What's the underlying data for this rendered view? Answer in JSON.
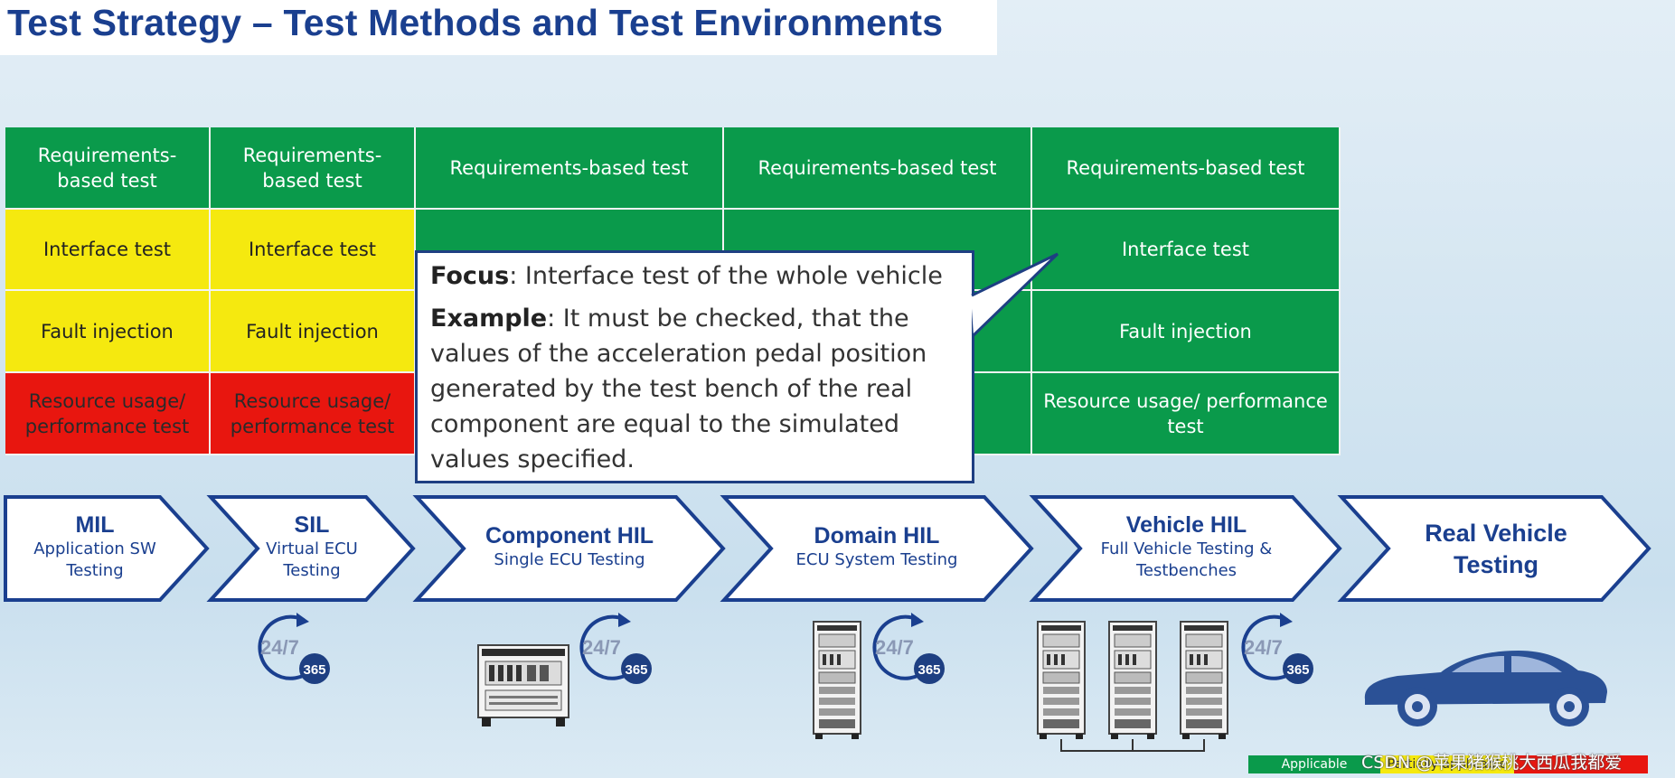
{
  "title": "Test Strategy – Test Methods and Test Environments",
  "colors": {
    "applicable": "#0a9a4b",
    "partially_applicable": "#f5e90f",
    "not_applicable": "#e8160f",
    "brand_blue": "#1a3f8f"
  },
  "matrix": {
    "rows": [
      [
        "Requirements-based test",
        "Requirements-based test",
        "Requirements-based test",
        "Requirements-based test",
        "Requirements-based test"
      ],
      [
        "Interface test",
        "Interface test",
        "",
        "",
        "Interface test"
      ],
      [
        "Fault injection",
        "Fault injection",
        "",
        "",
        "Fault injection"
      ],
      [
        "Resource usage/ performance test",
        "Resource usage/ performance test",
        "",
        "",
        "Resource usage/ performance test"
      ]
    ],
    "status": [
      [
        "applicable",
        "applicable",
        "applicable",
        "applicable",
        "applicable"
      ],
      [
        "partially_applicable",
        "partially_applicable",
        "applicable",
        "applicable",
        "applicable"
      ],
      [
        "partially_applicable",
        "partially_applicable",
        "applicable",
        "applicable",
        "applicable"
      ],
      [
        "not_applicable",
        "not_applicable",
        "applicable",
        "applicable",
        "applicable"
      ]
    ]
  },
  "callout": {
    "focus_label": "Focus",
    "focus_text": ": Interface test of the whole vehicle",
    "example_label": "Example",
    "example_text": ": It must be checked, that the values of the acceleration pedal position generated by the test bench of the real component are equal to the simulated values specified."
  },
  "phases": [
    {
      "title": "MIL",
      "subtitle": "Application SW Testing"
    },
    {
      "title": "SIL",
      "subtitle": "Virtual ECU Testing"
    },
    {
      "title": "Component HIL",
      "subtitle": "Single ECU Testing"
    },
    {
      "title": "Domain HIL",
      "subtitle": "ECU System Testing"
    },
    {
      "title": "Vehicle HIL",
      "subtitle": "Full Vehicle Testing  & Testbenches"
    },
    {
      "title": "Real Vehicle Testing",
      "subtitle": ""
    }
  ],
  "badges": {
    "hours": "24/7",
    "days": "365"
  },
  "icons": [
    "cycle-24-7-icon",
    "component-hil-rack-icon",
    "domain-hil-cabinet-icon",
    "vehicle-hil-cabinets-icon",
    "car-icon"
  ],
  "legend": {
    "applicable": "Applicable",
    "partially": "Partially applicable"
  },
  "watermark": "CSDN @苹果猪猴桃大西瓜我都爱"
}
